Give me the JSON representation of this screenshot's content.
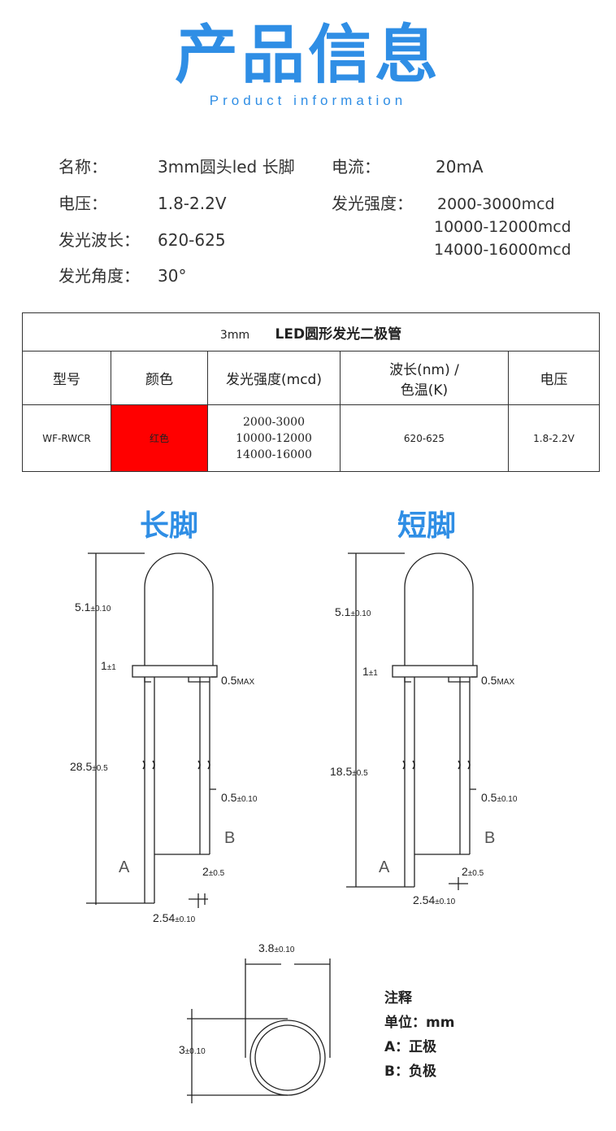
{
  "header": {
    "title": "产品信息",
    "subtitle": "Product information"
  },
  "specs": {
    "name_label": "名称：",
    "name_value": "3mm圆头led 长脚",
    "current_label": "电流：",
    "current_value": "20mA",
    "voltage_label": "电压：",
    "voltage_value": "1.8-2.2V",
    "intensity_label": "发光强度：",
    "intensity_values": [
      "2000-3000mcd",
      "10000-12000mcd",
      "14000-16000mcd"
    ],
    "wavelength_label": "发光波长：",
    "wavelength_value": "620-625",
    "angle_label": "发光角度：",
    "angle_value": "30°"
  },
  "table": {
    "caption_small": "3mm",
    "caption_main": "LED圆形发光二极管",
    "headers": [
      "型号",
      "颜色",
      "发光强度(mcd)",
      "波长(nm) /",
      "色温(K)",
      "电压"
    ],
    "row": {
      "model": "WF-RWCR",
      "color": "红色",
      "intensity": [
        "2000-3000",
        "10000-12000",
        "14000-16000"
      ],
      "wavelength": "620-625",
      "voltage": "1.8-2.2V"
    },
    "color_swatch": "#ff0000"
  },
  "diagrams": {
    "long_title": "长脚",
    "short_title": "短脚",
    "long": {
      "head_height": "5.1",
      "head_tol": "±0.10",
      "flange": "1",
      "flange_tol": "±1",
      "flange_gap": "0.5",
      "flange_gap_tol": "MAX",
      "lead_length": "28.5",
      "lead_tol": "±0.5",
      "lead_width": "0.5",
      "lead_width_tol": "±0.10",
      "label_b": "B",
      "label_a": "A",
      "lead_diff": "2",
      "lead_diff_tol": "±0.5",
      "pitch": "2.54",
      "pitch_tol": "±0.10"
    },
    "short": {
      "head_height": "5.1",
      "head_tol": "±0.10",
      "flange": "1",
      "flange_tol": "±1",
      "flange_gap": "0.5",
      "flange_gap_tol": "MAX",
      "lead_length": "18.5",
      "lead_tol": "±0.5",
      "lead_width": "0.5",
      "lead_width_tol": "±0.10",
      "label_b": "B",
      "label_a": "A",
      "lead_diff": "2",
      "lead_diff_tol": "±0.5",
      "pitch": "2.54",
      "pitch_tol": "±0.10"
    },
    "top_view": {
      "outer": "3.8",
      "outer_tol": "±0.10",
      "inner": "3",
      "inner_tol": "±0.10"
    }
  },
  "notes": {
    "title": "注释",
    "unit": "单位：mm",
    "anode": "A：正极",
    "cathode": "B：负极"
  },
  "colors": {
    "accent": "#2f8ee5",
    "swatch": "#ff0000",
    "line": "#222222"
  }
}
